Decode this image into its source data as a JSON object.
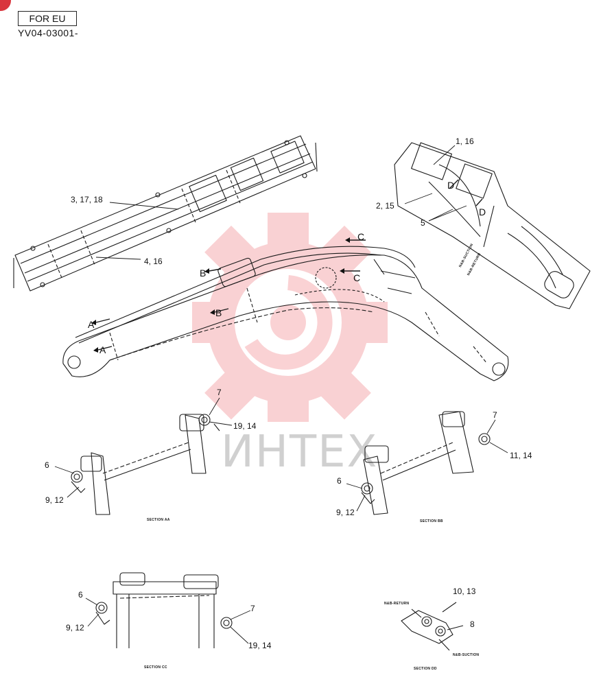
{
  "header": {
    "region_label": "FOR EU",
    "serial_range": "YV04-03001-"
  },
  "watermark": {
    "text": "ИНТЕХ",
    "color": "#e8323c"
  },
  "callouts": {
    "arm_upper": "3, 17, 18",
    "arm_lower": "4, 16",
    "box_top": "1, 16",
    "box_left": "2, 15",
    "box_d_upper": "D",
    "box_d_lower": "D",
    "box_five": "5",
    "view_c_top": "C",
    "view_c_bottom": "C",
    "view_b_top": "B",
    "view_b_bottom": "B",
    "view_a_left": "A",
    "view_a_bottom": "A",
    "aa_seven": "7",
    "aa_nineteen": "19, 14",
    "aa_six": "6",
    "aa_nine": "9, 12",
    "bb_seven": "7",
    "bb_eleven": "11, 14",
    "bb_six": "6",
    "bb_nine": "9, 12",
    "cc_six": "6",
    "cc_nine": "9, 12",
    "cc_seven": "7",
    "cc_nineteen": "19, 14",
    "dd_ten": "10, 13",
    "dd_eight": "8"
  },
  "sections": {
    "aa": "SECTION AA",
    "bb": "SECTION BB",
    "cc": "SECTION CC",
    "dd": "SECTION DD"
  },
  "line_labels": {
    "nb_suction_box": "N&B-SUCTION",
    "nb_return_box": "N&B-RETURN",
    "nb_return_dd": "N&B-RETURN",
    "nb_suction_dd": "N&B-SUCTION"
  }
}
